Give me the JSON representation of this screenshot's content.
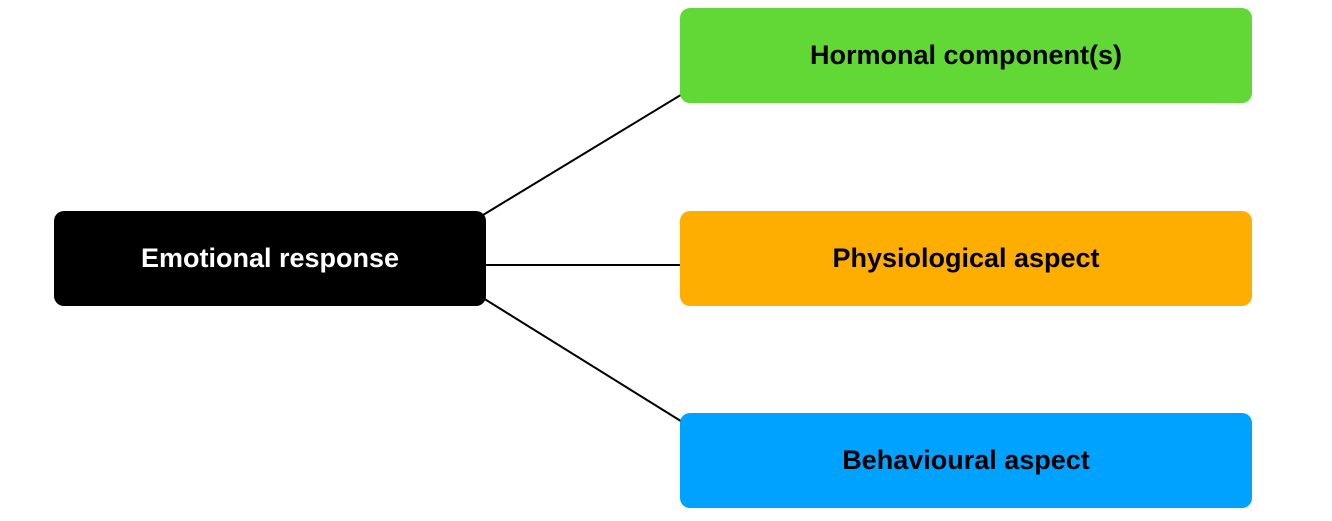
{
  "diagram": {
    "root": {
      "label": "Emotional response",
      "color": "#000000",
      "text_color": "#ffffff"
    },
    "branches": [
      {
        "label": "Hormonal component(s)",
        "color": "#61d836"
      },
      {
        "label": "Physiological aspect",
        "color": "#feae00"
      },
      {
        "label": "Behavioural aspect",
        "color": "#00a2ff"
      }
    ],
    "connector_color": "#000000"
  }
}
